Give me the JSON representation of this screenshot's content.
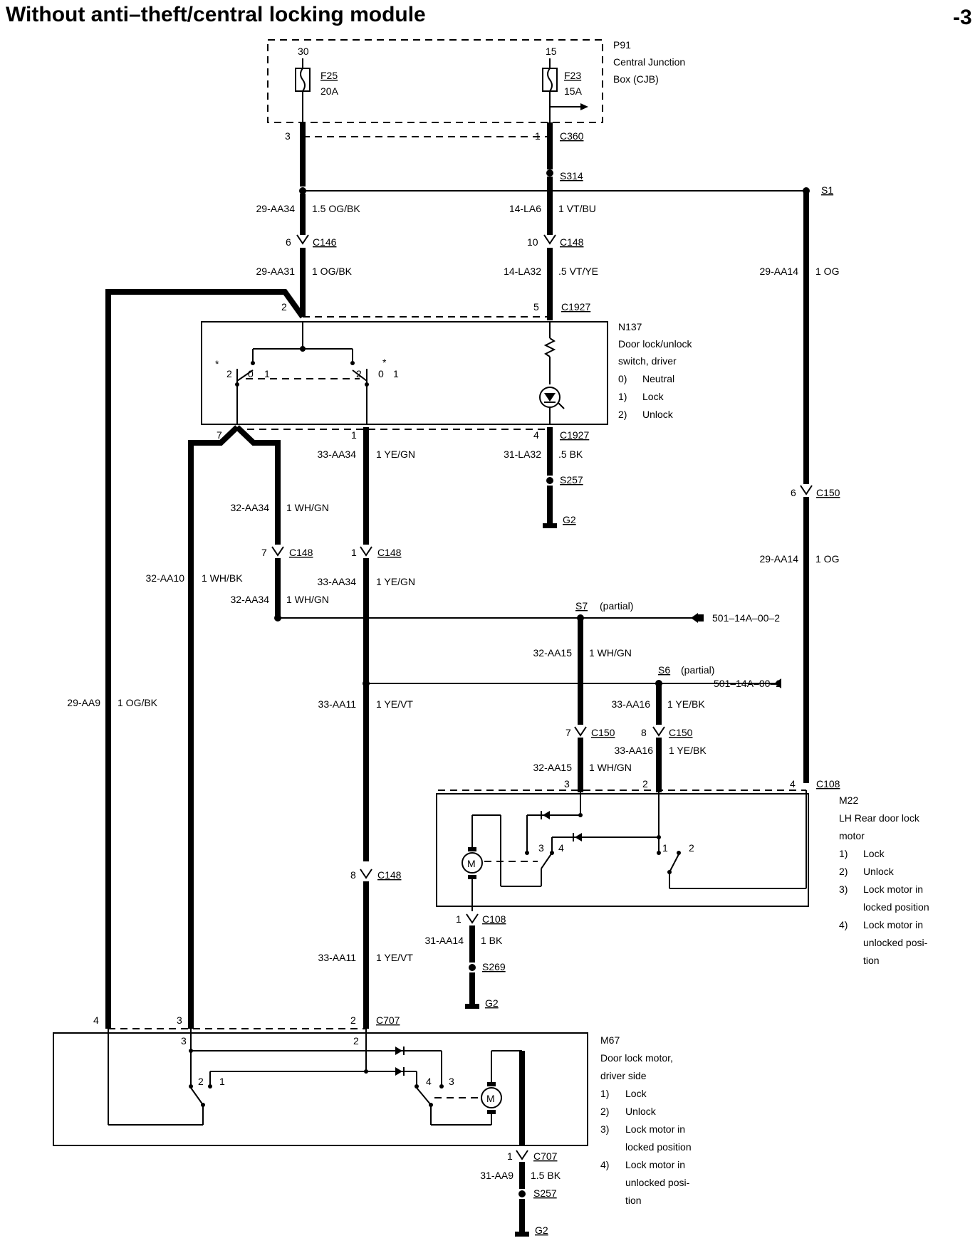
{
  "title": "Without anti–theft/central locking module",
  "page_number": "-3",
  "cjb": {
    "id": "P91",
    "desc1": "Central Junction",
    "desc2": "Box (CJB)",
    "term30": "30",
    "term15": "15",
    "fuse1_id": "F25",
    "fuse1_rating": "20A",
    "fuse2_id": "F23",
    "fuse2_rating": "15A"
  },
  "connectors": {
    "c360": "C360",
    "c146": "C146",
    "c148": "C148",
    "c1927": "C1927",
    "c150": "C150",
    "c108": "C108",
    "c707": "C707"
  },
  "splices": {
    "s314": "S314",
    "s1": "S1",
    "s257": "S257",
    "s7": "S7",
    "s7_note": "(partial)",
    "s6": "S6",
    "s6_note": "(partial)",
    "s269": "S269"
  },
  "grounds": {
    "g2": "G2"
  },
  "pins": {
    "p3": "3",
    "p1": "1",
    "p6": "6",
    "p10": "10",
    "p2": "2",
    "p5": "5",
    "p7": "7",
    "p4": "4",
    "p8": "8"
  },
  "wires": [
    {
      "circuit": "29-AA34",
      "spec": "1.5 OG/BK"
    },
    {
      "circuit": "14-LA6",
      "spec": "1 VT/BU"
    },
    {
      "circuit": "29-AA31",
      "spec": "1 OG/BK"
    },
    {
      "circuit": "14-LA32",
      "spec": ".5 VT/YE"
    },
    {
      "circuit": "29-AA14",
      "spec": "1 OG"
    },
    {
      "circuit": "33-AA34",
      "spec": "1 YE/GN"
    },
    {
      "circuit": "31-LA32",
      "spec": ".5 BK"
    },
    {
      "circuit": "32-AA34",
      "spec": "1 WH/GN"
    },
    {
      "circuit": "29-AA14",
      "spec": "1 OG"
    },
    {
      "circuit": "32-AA10",
      "spec": "1 WH/BK"
    },
    {
      "circuit": "33-AA34",
      "spec": "1 YE/GN"
    },
    {
      "circuit": "32-AA34",
      "spec": "1 WH/GN"
    },
    {
      "circuit": "32-AA15",
      "spec": "1 WH/GN"
    },
    {
      "circuit": "29-AA9",
      "spec": "1 OG/BK"
    },
    {
      "circuit": "33-AA11",
      "spec": "1 YE/VT"
    },
    {
      "circuit": "33-AA16",
      "spec": "1 YE/BK"
    },
    {
      "circuit": "33-AA16",
      "spec": "1 YE/BK"
    },
    {
      "circuit": "32-AA15",
      "spec": "1 WH/GN"
    },
    {
      "circuit": "31-AA14",
      "spec": "1 BK"
    },
    {
      "circuit": "33-AA11",
      "spec": "1 YE/VT"
    },
    {
      "circuit": "31-AA9",
      "spec": "1.5 BK"
    }
  ],
  "refs": {
    "ref1": "501–14A–00–2",
    "ref2": "501–14A–00–2"
  },
  "n137": {
    "id": "N137",
    "lines": [
      "Door lock/unlock",
      "switch, driver"
    ],
    "states": [
      {
        "num": "0)",
        "text": "Neutral"
      },
      {
        "num": "1)",
        "text": "Lock"
      },
      {
        "num": "2)",
        "text": "Unlock"
      }
    ],
    "sw_a": "2",
    "sw_b": "0",
    "sw_c": "1",
    "sw_d": "2",
    "sw_e": "0",
    "sw_f": "1",
    "star": "*"
  },
  "m22": {
    "id": "M22",
    "lines": [
      "LH Rear door lock",
      "motor"
    ],
    "states": [
      {
        "num": "1)",
        "l1": "Lock",
        "l2": ""
      },
      {
        "num": "2)",
        "l1": "Unlock",
        "l2": ""
      },
      {
        "num": "3)",
        "l1": "Lock motor in",
        "l2": "locked position"
      },
      {
        "num": "4)",
        "l1": "Lock motor in",
        "l2": "unlocked posi-",
        "l3": "tion"
      }
    ],
    "sw": [
      "3",
      "4",
      "1",
      "2"
    ],
    "motor": "M"
  },
  "m67": {
    "id": "M67",
    "lines": [
      "Door lock motor,",
      "driver side"
    ],
    "states": [
      {
        "num": "1)",
        "l1": "Lock",
        "l2": ""
      },
      {
        "num": "2)",
        "l1": "Unlock",
        "l2": ""
      },
      {
        "num": "3)",
        "l1": "Lock motor in",
        "l2": "locked position"
      },
      {
        "num": "4)",
        "l1": "Lock motor in",
        "l2": "unlocked posi-",
        "l3": "tion"
      }
    ],
    "sw": [
      "3",
      "2",
      "2",
      "1",
      "4",
      "3"
    ],
    "motor": "M"
  }
}
